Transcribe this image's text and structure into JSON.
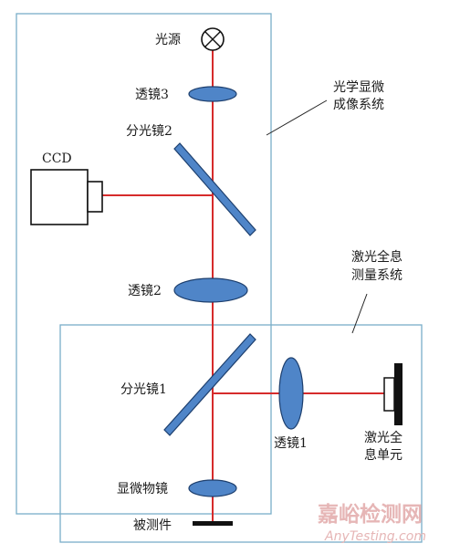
{
  "labels": {
    "light_source": "光源",
    "lens3": "透镜3",
    "beamsplitter2": "分光镜2",
    "ccd": "CCD",
    "lens2": "透镜2",
    "beamsplitter1": "分光镜1",
    "lens1": "透镜1",
    "objective": "显微物镜",
    "sample": "被测件",
    "laser_unit_line1": "激光全",
    "laser_unit_line2": "息单元",
    "system_optical_line1": "光学显微",
    "system_optical_line2": "成像系统",
    "system_holo_line1": "激光全息",
    "system_holo_line2": "测量系统"
  },
  "watermark": {
    "cn": "嘉峪检测网",
    "en": "AnyTesting.com"
  },
  "colors": {
    "beam": "#d62b2b",
    "box_stroke": "#7aaec8",
    "optic_fill": "#4f85c8",
    "optic_stroke": "#1d3f6e",
    "black": "#111111",
    "watermark_red": "#e6b6b6",
    "watermark_grey": "#cfcfcf"
  }
}
